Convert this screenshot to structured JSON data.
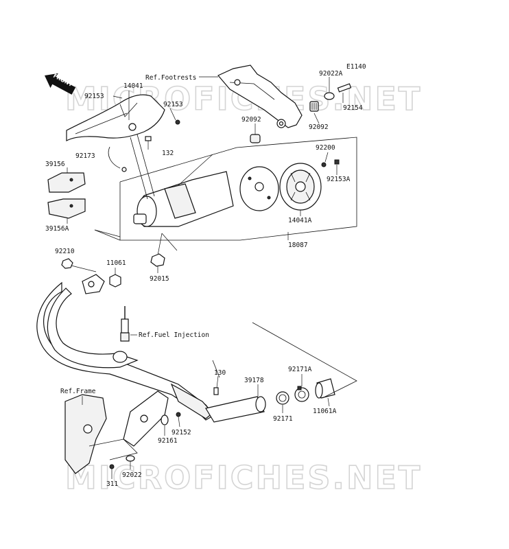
{
  "diagram_code": "E1140",
  "front_arrow": "FRONT",
  "watermark_text": "MICROFICHES.NET",
  "references": {
    "footrests": "Ref.Footrests",
    "fuel_injection": "Ref.Fuel Injection",
    "frame": "Ref.Frame"
  },
  "parts": {
    "p92022A": "92022A",
    "p92153_top": "92153",
    "p14041": "14041",
    "p92153_mid": "92153",
    "p92154": "92154",
    "p92092_top": "92092",
    "p92092_mid": "92092",
    "p92173": "92173",
    "p132": "132",
    "p92200": "92200",
    "p39156": "39156",
    "p92153A": "92153A",
    "p39156A": "39156A",
    "p14041A": "14041A",
    "p18087": "18087",
    "p92210": "92210",
    "p11061": "11061",
    "p92015": "92015",
    "p130": "130",
    "p92171A": "92171A",
    "p39178": "39178",
    "p92171": "92171",
    "p11061A": "11061A",
    "p92152": "92152",
    "p92161": "92161",
    "p92022": "92022",
    "p311": "311"
  }
}
